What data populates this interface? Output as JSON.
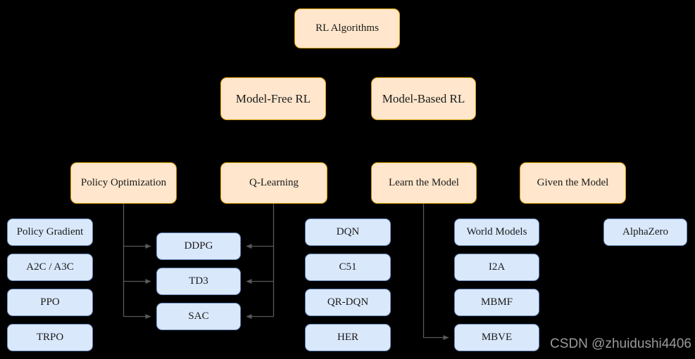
{
  "nodes": {
    "rl": "RL Algorithms",
    "model_free": "Model-Free RL",
    "model_based": "Model-Based RL",
    "policy_opt": "Policy Optimization",
    "q_learning": "Q-Learning",
    "learn_model": "Learn the Model",
    "given_model": "Given the Model",
    "policy_gradient": "Policy Gradient",
    "a2c": "A2C / A3C",
    "ppo": "PPO",
    "trpo": "TRPO",
    "ddpg": "DDPG",
    "td3": "TD3",
    "sac": "SAC",
    "dqn": "DQN",
    "c51": "C51",
    "qr_dqn": "QR-DQN",
    "her": "HER",
    "world_models": "World Models",
    "i2a": "I2A",
    "mbmf": "MBMF",
    "mbve": "MBVE",
    "alphazero": "AlphaZero"
  },
  "edges": [
    {
      "from": "Policy Optimization",
      "to": "DDPG"
    },
    {
      "from": "Policy Optimization",
      "to": "TD3"
    },
    {
      "from": "Policy Optimization",
      "to": "SAC"
    },
    {
      "from": "Q-Learning",
      "to": "DDPG"
    },
    {
      "from": "Q-Learning",
      "to": "TD3"
    },
    {
      "from": "Q-Learning",
      "to": "SAC"
    },
    {
      "from": "Learn the Model",
      "to": "MBVE"
    }
  ],
  "watermark": {
    "text": "CSDN @zhuidushi4406"
  },
  "colors": {
    "background": "#000000",
    "category_fill": "#FFE6CC",
    "category_border": "#D79B00",
    "leaf_fill": "#DAE8FC",
    "leaf_border": "#6C8EBF",
    "connector": "#595959",
    "node_text": "#1a1a1a",
    "watermark_text": "#9a9a9a"
  }
}
